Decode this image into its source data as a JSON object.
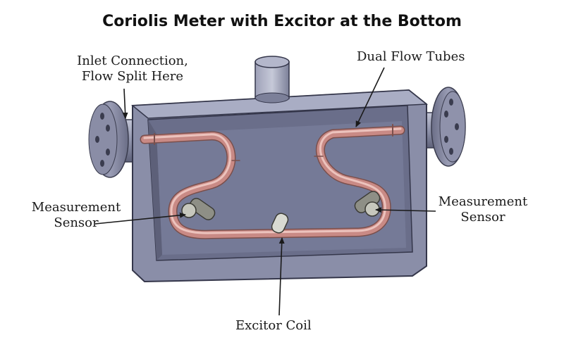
{
  "title": "Coriolis Meter with Excitor at the Bottom",
  "labels": {
    "inlet": [
      "Inlet Connection,",
      "Flow Split Here"
    ],
    "dual_flow_tubes": "Dual Flow Tubes",
    "sensor_left": [
      "Measurement",
      "Sensor"
    ],
    "sensor_right": [
      "Measurement",
      "Sensor"
    ],
    "excitor": "Excitor Coil"
  },
  "colors": {
    "housing": "#8a8ea8",
    "housing_light": "#a9adc4",
    "housing_dark": "#5d6079",
    "tube": "#c98a85",
    "tube_highlight": "#ecc3bd",
    "sensor": "#8e8f86",
    "annotation": "#1a1a1a"
  }
}
